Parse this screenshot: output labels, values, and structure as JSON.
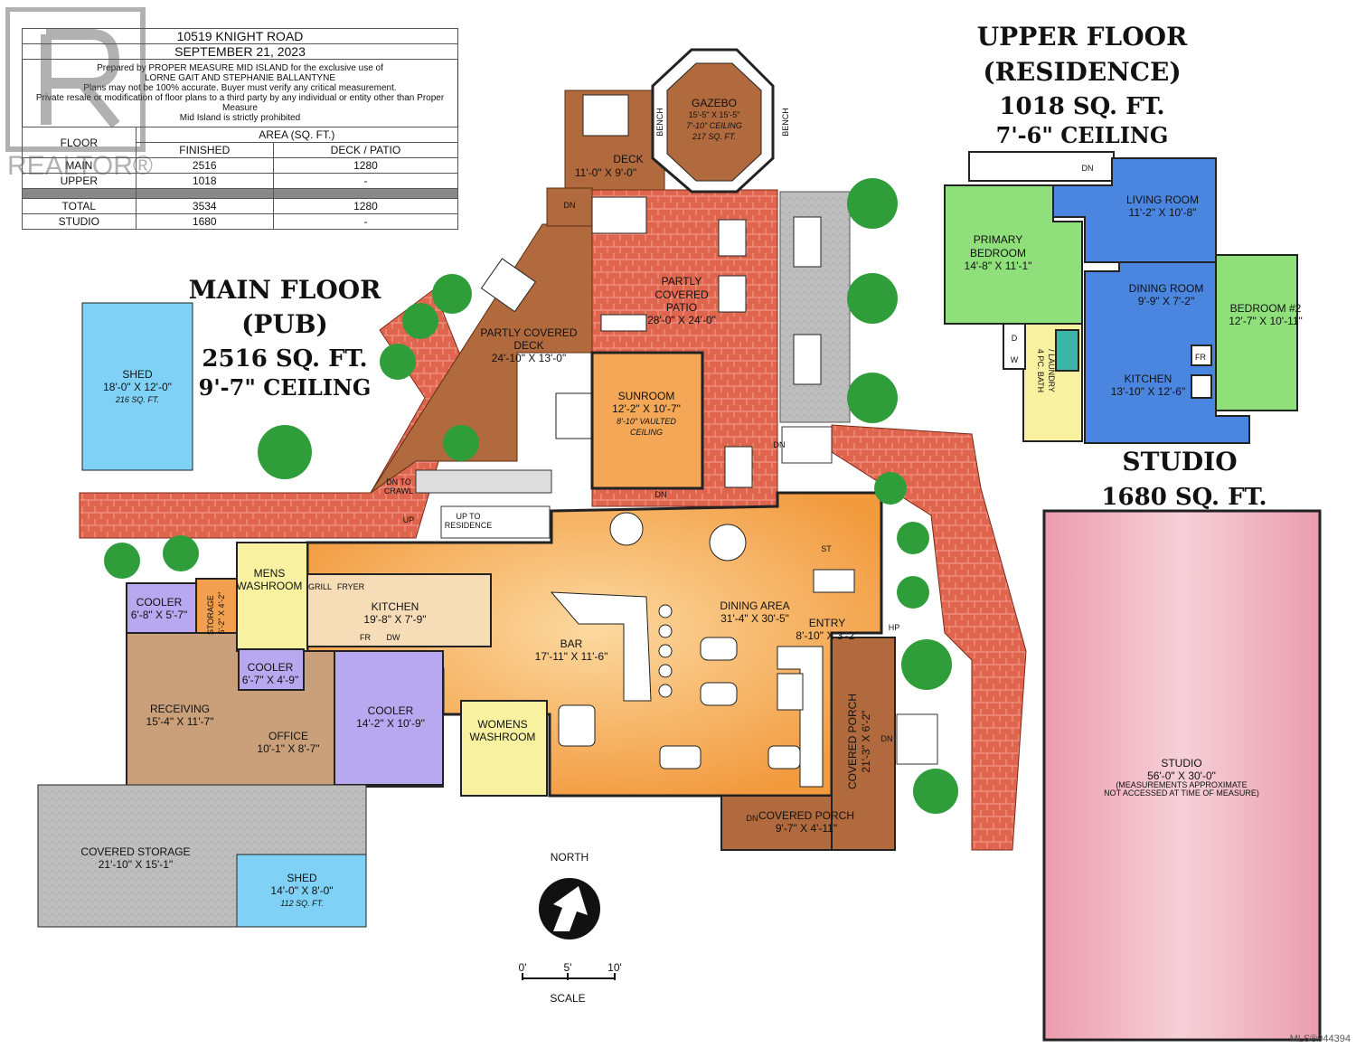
{
  "header": {
    "address": "10519 KNIGHT ROAD",
    "date": "SEPTEMBER 21, 2023",
    "prepared_by": "Prepared by PROPER MEASURE MID ISLAND for the exclusive use of",
    "clients": "LORNE GAIT AND STEPHANIE BALLANTYNE",
    "disclaimer1": "Plans may not be 100% accurate.  Buyer must verify any critical measurement.",
    "disclaimer2": "Private resale  or modification of floor plans to a third party by any individual or entity other than Proper Measure",
    "disclaimer3": "Mid Island is strictly prohibited"
  },
  "area_table": {
    "col_floor": "FLOOR",
    "col_area": "AREA (SQ. FT.)",
    "col_finished": "FINISHED",
    "col_deck": "DECK / PATIO",
    "rows": [
      {
        "floor": "MAIN",
        "finished": "2516",
        "deck": "1280"
      },
      {
        "floor": "UPPER",
        "finished": "1018",
        "deck": "-"
      }
    ],
    "total": {
      "floor": "TOTAL",
      "finished": "3534",
      "deck": "1280"
    },
    "studio": {
      "floor": "STUDIO",
      "finished": "1680",
      "deck": "-"
    }
  },
  "main_floor": {
    "line1": "MAIN FLOOR",
    "line2": "(PUB)",
    "line3": "2516 SQ. FT.",
    "line4": "9'-7\" CEILING"
  },
  "upper_floor": {
    "line1": "UPPER FLOOR",
    "line2": "(RESIDENCE)",
    "line3": "1018 SQ. FT.",
    "line4": "7'-6\" CEILING"
  },
  "studio_title": {
    "line1": "STUDIO",
    "line2": "1680 SQ. FT."
  },
  "rooms": {
    "gazebo": {
      "name": "GAZEBO",
      "dim": "15'-5\" X 15'-5\"",
      "ceil": "7'-10\" CEILING",
      "sqft": "217 SQ. FT."
    },
    "bench": "BENCH",
    "deck": {
      "name": "DECK",
      "dim": "11'-0\" X 9'-0\""
    },
    "partly_covered_deck": {
      "name": "PARTLY COVERED",
      "name2": "DECK",
      "dim": "24'-10\" X 13'-0\""
    },
    "partly_covered_patio": {
      "name": "PARTLY",
      "name2": "COVERED",
      "name3": "PATIO",
      "dim": "28'-0\" X 24'-0\""
    },
    "sunroom": {
      "name": "SUNROOM",
      "dim": "12'-2\" X 10'-7\"",
      "ceil1": "8'-10\" VAULTED",
      "ceil2": "CEILING"
    },
    "shed1": {
      "name": "SHED",
      "dim": "18'-0\" X 12'-0\"",
      "sqft": "216 SQ. FT."
    },
    "shed2": {
      "name": "SHED",
      "dim": "14'-0\" X 8'-0\"",
      "sqft": "112 SQ. FT."
    },
    "covered_storage": {
      "name": "COVERED STORAGE",
      "dim": "21'-10\" X 15'-1\""
    },
    "cooler1": {
      "name": "COOLER",
      "dim": "6'-8\" X 5'-7\""
    },
    "storage": {
      "name": "STORAGE",
      "dim": "6'-2\" X 4'-2\""
    },
    "mens": {
      "name": "MENS",
      "name2": "WASHROOM"
    },
    "kitchen": {
      "name": "KITCHEN",
      "dim": "19'-8\" X 7'-9\"",
      "grill": "GRILL",
      "fryer": "FRYER",
      "fr": "FR",
      "dw": "DW"
    },
    "cooler2": {
      "name": "COOLER",
      "dim": "6'-7\" X 4'-9\""
    },
    "cooler3": {
      "name": "COOLER",
      "dim": "14'-2\" X 10'-9\""
    },
    "receiving": {
      "name": "RECEIVING",
      "dim": "15'-4\" X 11'-7\""
    },
    "office": {
      "name": "OFFICE",
      "dim": "10'-1\" X 8'-7\""
    },
    "womens": {
      "name": "WOMENS",
      "name2": "WASHROOM"
    },
    "bar": {
      "name": "BAR",
      "dim": "17'-11\" X 11'-6\""
    },
    "dining": {
      "name": "DINING AREA",
      "dim": "31'-4\" X 30'-5\""
    },
    "entry": {
      "name": "ENTRY",
      "dim": "8'-10\" X 3'-2\""
    },
    "covered_porch1": {
      "name": "COVERED PORCH",
      "dim": "21'-3\" X 6'-2\""
    },
    "covered_porch2": {
      "name": "COVERED PORCH",
      "dim": "9'-7\" X 4'-11\""
    },
    "dn": "DN",
    "dn_crawl": "DN TO",
    "dn_crawl2": "CRAWL",
    "up": "UP",
    "up_res": "UP TO",
    "up_res2": "RESIDENCE",
    "st": "ST",
    "hp": "HP",
    "living": {
      "name": "LIVING ROOM",
      "dim": "11'-2\" X 10'-8\""
    },
    "primary": {
      "name": "PRIMARY",
      "name2": "BEDROOM",
      "dim": "14'-8\" X 11'-1\""
    },
    "dining_room": {
      "name": "DINING ROOM",
      "dim": "9'-9\" X 7'-2\""
    },
    "bedroom2": {
      "name": "BEDROOM #2",
      "dim": "12'-7\" X 10'-11\""
    },
    "kitchen_up": {
      "name": "KITCHEN",
      "dim": "13'-10\" X 12'-6\"",
      "fr": "FR"
    },
    "bath": {
      "name": "4 PC. BATH",
      "name2": "/ LAUNDRY",
      "d": "D",
      "w": "W"
    },
    "studio": {
      "name": "STUDIO",
      "dim": "56'-0\" X 30'-0\"",
      "note1": "(MEASUREMENTS APPROXIMATE",
      "note2": "NOT ACCESSED AT TIME OF MEASURE)"
    }
  },
  "compass": {
    "label": "NORTH"
  },
  "scale": {
    "t0": "0'",
    "t5": "5'",
    "t10": "10'",
    "label": "SCALE"
  },
  "watermark": {
    "text": "REALTOR®"
  },
  "mls": "MLS®944394",
  "colors": {
    "brick": "#e0654e",
    "deck": "#b06a3e",
    "blue": "#4a86e0",
    "green": "#8fe07a",
    "orange": "#f2a050",
    "gray": "#bdbdbd",
    "lightblue": "#7fd2f5",
    "pink": "#eeaab8"
  }
}
